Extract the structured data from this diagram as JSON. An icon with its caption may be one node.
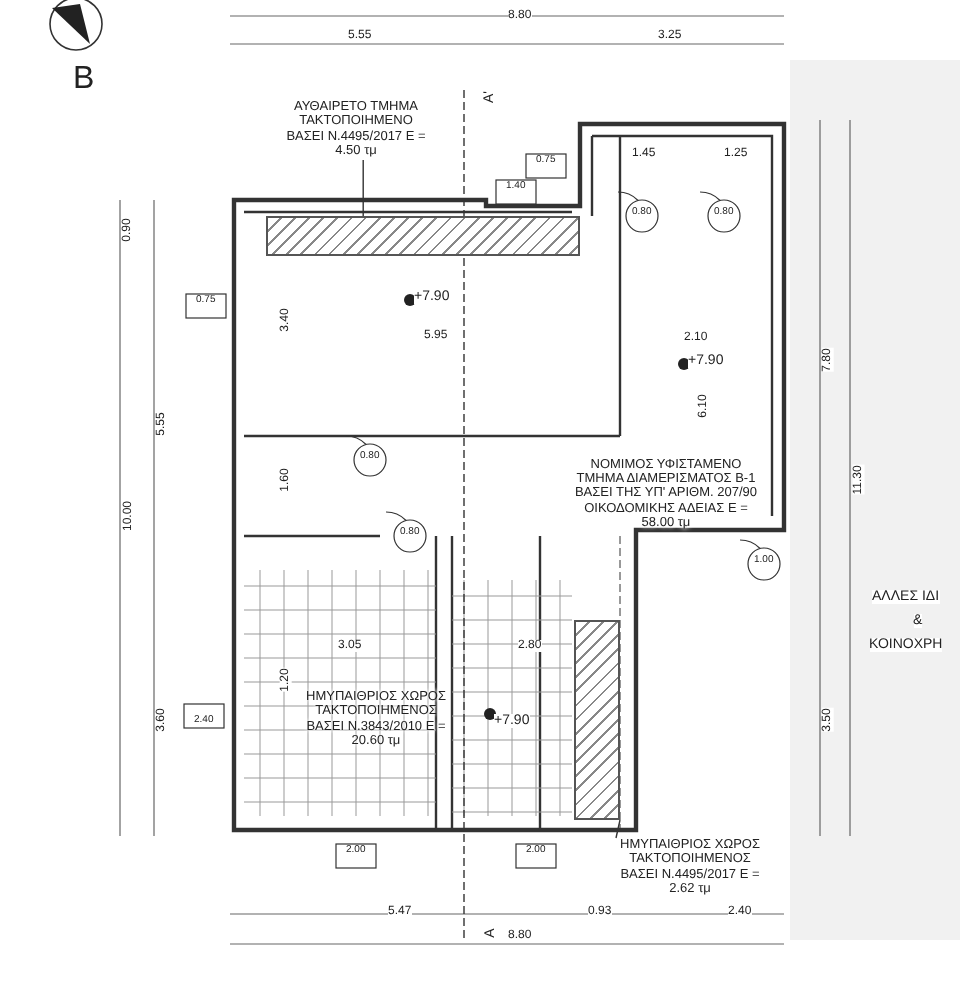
{
  "diagram": {
    "nodes": [
      {
        "text": [
          "ΑΥΘΑΙΡΕΤΟ ΤΜΗΜΑ ΤΑΚΤΟΠΟΙΗΜΕΝΟ ΒΑΣΕΙ Ν.4495/2017 Ε = 4.50 τμ"
        ]
      },
      {
        "text": [],
        "shape": "box"
      },
      {
        "text": [
          "ΗΜΥΠΑΙΘΡΙΟΣ ΧΩΡΟΣ ΤΑΚΤΟΠΟΙΗΜΕΝΟΣ ΒΑΣΕΙ Ν.4495/2017 Ε = 2.62 τμ"
        ]
      },
      {
        "text": [],
        "shape": "box"
      }
    ],
    "edges": [
      {
        "from": 0,
        "to": 1,
        "arrow": "none"
      },
      {
        "from": 2,
        "to": 3,
        "arrow": "none"
      }
    ],
    "labels": [
      "B",
      "8.80",
      "5.55",
      "3.25",
      "A'",
      "0.75",
      "1.40",
      "1.45",
      "1.25",
      "0.80",
      "0.80",
      "0.90",
      "0.75",
      "+7.90",
      "3.40",
      "5.95",
      "2.10",
      "+7.90",
      "6.10",
      "7.80",
      "5.55",
      "10.00",
      "11.30",
      "0.80",
      "1.60",
      "0.80",
      "ΝΟΜΙΜΟΣ ΥΦΙΣΤΑΜΕΝΟ ΤΜΗΜΑ ΔΙΑΜΕΡΙΣΜΑΤΟΣ Β-1 ΒΑΣΕΙ ΤΗΣ ΥΠ' ΑΡΙΘΜ. 207/90 ΟΙΚΟΔΟΜΙΚΗΣ ΑΔΕΙΑΣ Ε = 58.00 τμ",
      "1.00",
      "ΑΛΛΕΣ ΙΔΙ",
      "&",
      "3.05",
      "2.80",
      "ΚΟΙΝΟΧΡΗ",
      "1.20",
      "3.60",
      "2.40",
      "ΗΜΥΠΑΙΘΡΙΟΣ ΧΩΡΟΣ ΤΑΚΤΟΠΟΙΗΜΕΝΟΣ ΒΑΣΕΙ Ν.3843/2010 Ε = 20.60 τμ",
      "+7.90",
      "3.50",
      "2.00",
      "2.00",
      "A",
      "5.47",
      "0.93",
      "2.40",
      "8.80"
    ]
  }
}
